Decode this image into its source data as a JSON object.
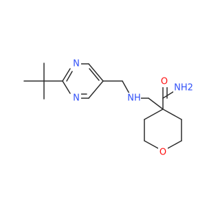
{
  "molecule": {
    "atoms": {
      "n1": {
        "label": "N",
        "color": "#3050F8"
      },
      "n2": {
        "label": "N",
        "color": "#3050F8"
      },
      "n_amine": {
        "label": "NH",
        "color": "#3050F8"
      },
      "o_carbonyl": {
        "label": "O",
        "color": "#FF0D0D"
      },
      "n_amide": {
        "label": "NH2",
        "color": "#3050F8"
      },
      "o_ring": {
        "label": "O",
        "color": "#FF0D0D"
      }
    },
    "bond_color": "#2b2b2b"
  }
}
